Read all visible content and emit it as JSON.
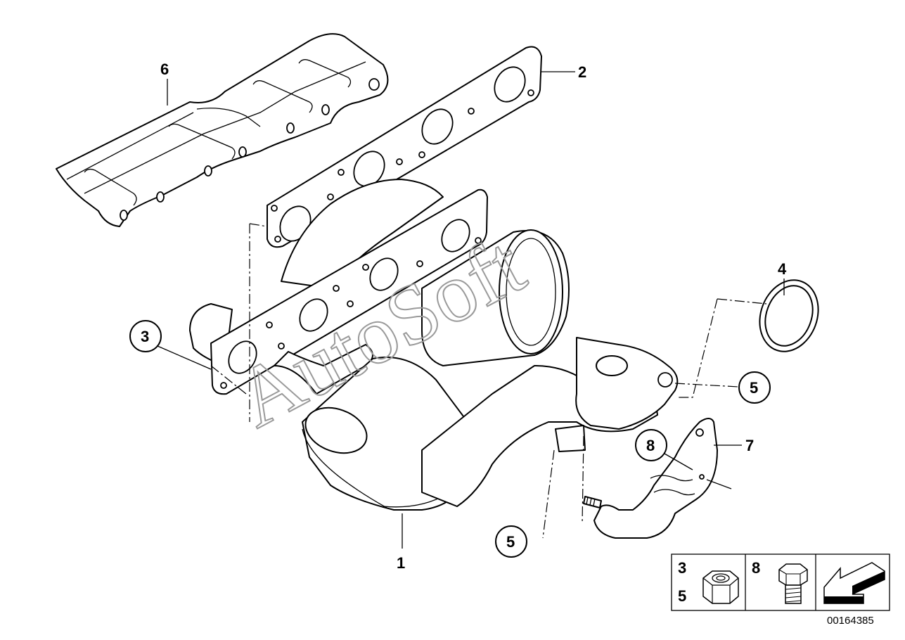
{
  "watermark": "AutoSoft",
  "callouts": [
    {
      "id": "c3",
      "label": "3",
      "circled": true
    },
    {
      "id": "c4",
      "label": "4",
      "circled": false
    },
    {
      "id": "c5a",
      "label": "5",
      "circled": true
    },
    {
      "id": "c5b",
      "label": "5",
      "circled": true
    },
    {
      "id": "c8",
      "label": "8",
      "circled": true
    },
    {
      "id": "c1",
      "label": "1",
      "circled": false
    },
    {
      "id": "c2",
      "label": "2",
      "circled": false
    },
    {
      "id": "c6",
      "label": "6",
      "circled": false
    },
    {
      "id": "c7",
      "label": "7",
      "circled": false
    }
  ],
  "legend": {
    "nut_labels": [
      "3",
      "5"
    ],
    "bolt_label": "8",
    "arrow_icon": "direction-arrow-icon"
  },
  "document_number": "00164385"
}
